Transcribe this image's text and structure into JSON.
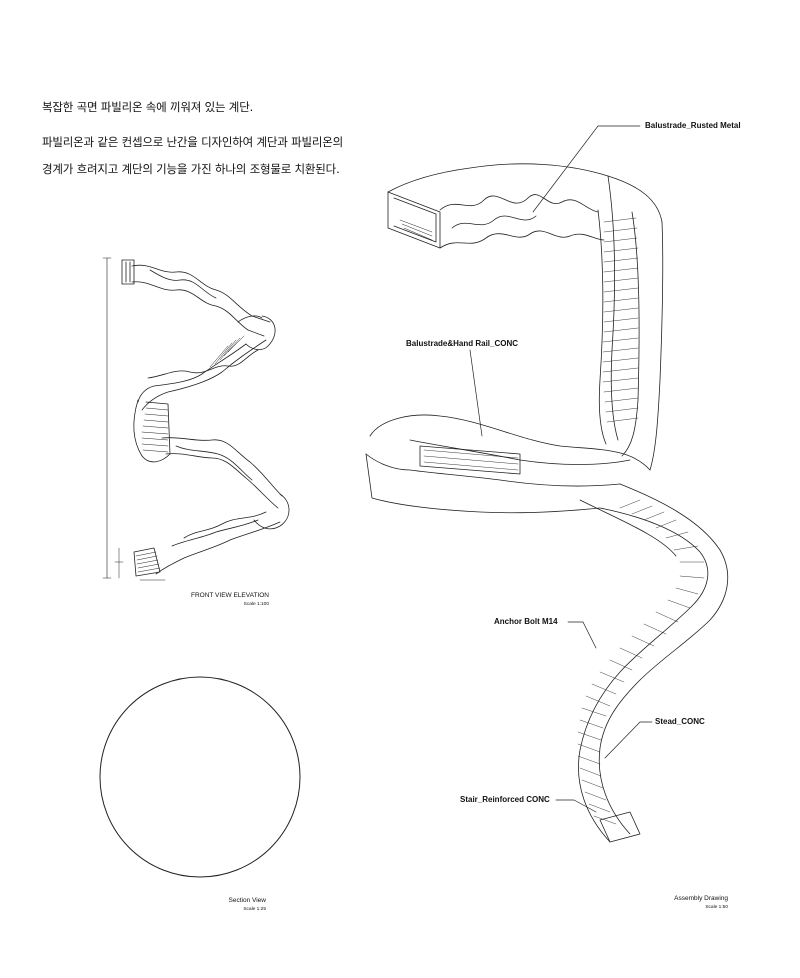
{
  "intro": {
    "line1": "복잡한 곡면 파빌리온 속에 끼워져 있는 계단.",
    "line2": "파빌리온과 같은 컨셉으로 난간을 디자인하여 계단과 파빌리온의",
    "line3": "경계가 흐려지고 계단의 기능을 가진 하나의 조형물로 치환된다."
  },
  "front_view": {
    "title": "FRONT VIEW ELEVATION",
    "scale": "Scale 1:100"
  },
  "section_view": {
    "title": "Section View",
    "scale": "Scale 1:25"
  },
  "assembly": {
    "title": "Assembly Drawing",
    "scale": "Scale 1:50",
    "callouts": {
      "balustrade_metal": "Balustrade_Rusted Metal",
      "balustrade_conc": "Balustrade&Hand Rail_CONC",
      "anchor_bolt": "Anchor Bolt M14",
      "stead": "Stead_CONC",
      "stair": "Stair_Reinforced CONC"
    }
  }
}
